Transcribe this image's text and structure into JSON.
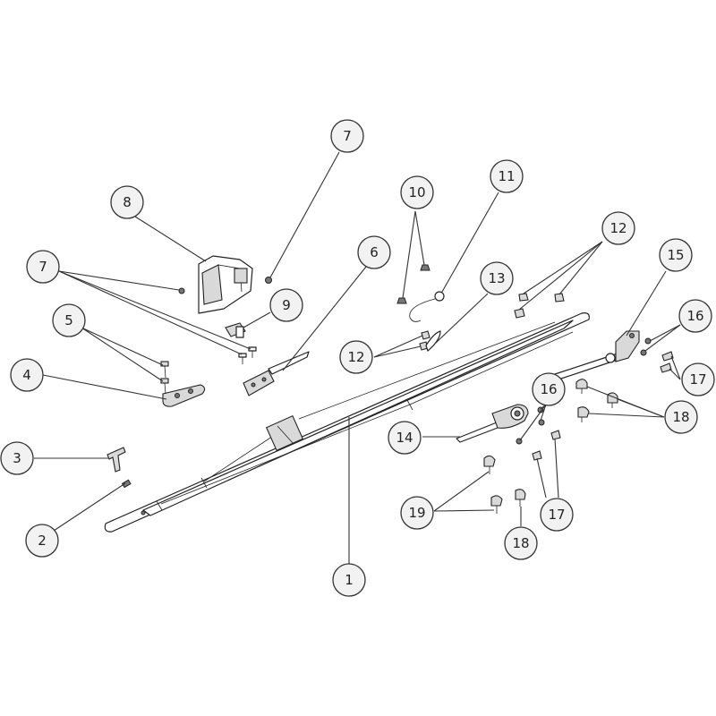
{
  "colors": {
    "callout_fill": "#f2f2f2",
    "line": "#333333",
    "part_shade": "#d9d9d9",
    "background": "#ffffff"
  },
  "callouts": {
    "c1": "1",
    "c2": "2",
    "c3": "3",
    "c4": "4",
    "c5": "5",
    "c6": "6",
    "c7a": "7",
    "c7b": "7",
    "c8": "8",
    "c9": "9",
    "c10": "10",
    "c11": "11",
    "c12a": "12",
    "c12b": "12",
    "c13": "13",
    "c14": "14",
    "c15": "15",
    "c16a": "16",
    "c16b": "16",
    "c17a": "17",
    "c17b": "17",
    "c18a": "18",
    "c18b": "18",
    "c19": "19"
  }
}
